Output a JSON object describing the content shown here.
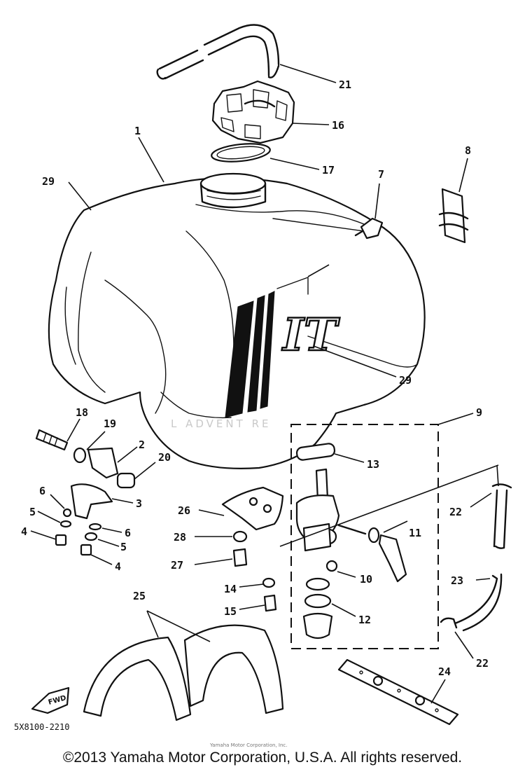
{
  "callouts": {
    "c1": "1",
    "c2": "2",
    "c3": "3",
    "c4a": "4",
    "c4b": "4",
    "c5a": "5",
    "c5b": "5",
    "c6a": "6",
    "c6b": "6",
    "c7": "7",
    "c8": "8",
    "c9": "9",
    "c10": "10",
    "c11": "11",
    "c12": "12",
    "c13": "13",
    "c14": "14",
    "c15": "15",
    "c16": "16",
    "c17": "17",
    "c18": "18",
    "c19": "19",
    "c20": "20",
    "c21": "21",
    "c22a": "22",
    "c22b": "22",
    "c23": "23",
    "c24": "24",
    "c25": "25",
    "c26": "26",
    "c27": "27",
    "c28": "28",
    "c29a": "29",
    "c29b": "29"
  },
  "diagram_code": "5X8100-2210",
  "fwd_label": "FWD",
  "tank_logo": "IT",
  "watermark": "L  ADVENT  RE",
  "faint_credit": "Yamaha Motor Corporation, Inc.",
  "copyright": "©2013 Yamaha Motor Corporation, U.S.A. All rights reserved."
}
